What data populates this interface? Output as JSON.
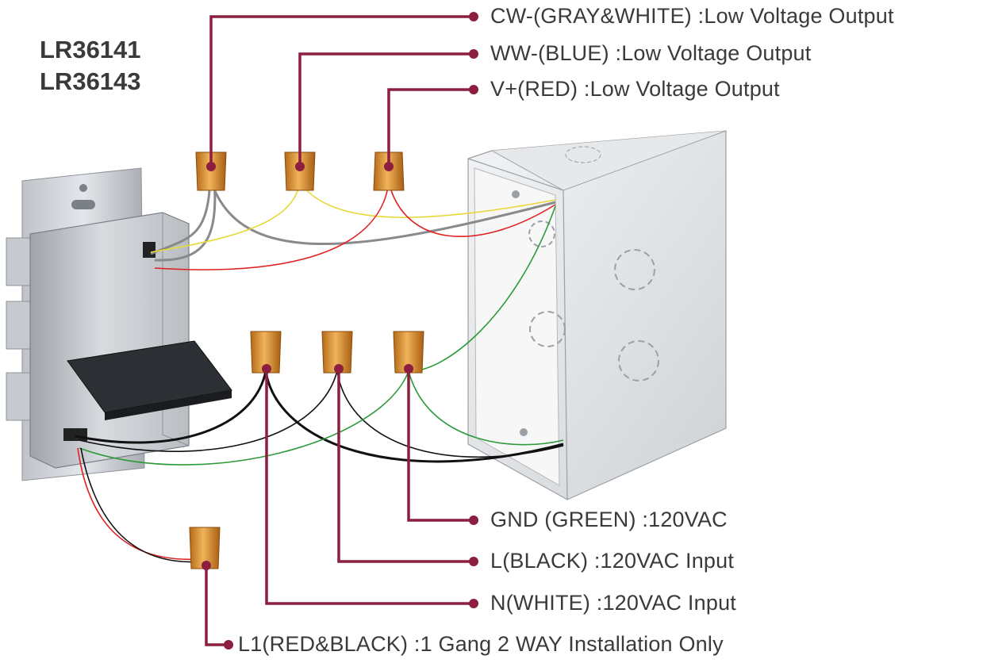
{
  "models": [
    "LR36141",
    "LR36143"
  ],
  "colors": {
    "leader": "#8c1e3f",
    "wire_yellow": "#e8d83a",
    "wire_red": "#e02020",
    "wire_green": "#2f9a3a",
    "wire_black": "#111111",
    "wire_gray": "#8a8a8a",
    "connector": "#d4892a",
    "label_text": "#3a3a3a"
  },
  "labels": [
    {
      "id": "cw",
      "text": "CW-(GRAY&WHITE) :Low  Voltage Output"
    },
    {
      "id": "ww",
      "text": "WW-(BLUE) :Low  Voltage Output"
    },
    {
      "id": "vplus",
      "text": "V+(RED) :Low  Voltage Output"
    },
    {
      "id": "gnd",
      "text": "GND (GREEN) :120VAC"
    },
    {
      "id": "l",
      "text": "L(BLACK) :120VAC Input"
    },
    {
      "id": "n",
      "text": "N(WHITE) :120VAC Input"
    },
    {
      "id": "l1",
      "text": "L1(RED&BLACK) :1 Gang 2 WAY Installation Only"
    }
  ],
  "icons": [
    "wire-nut-icon",
    "dimmer-switch-icon",
    "junction-box-icon"
  ]
}
